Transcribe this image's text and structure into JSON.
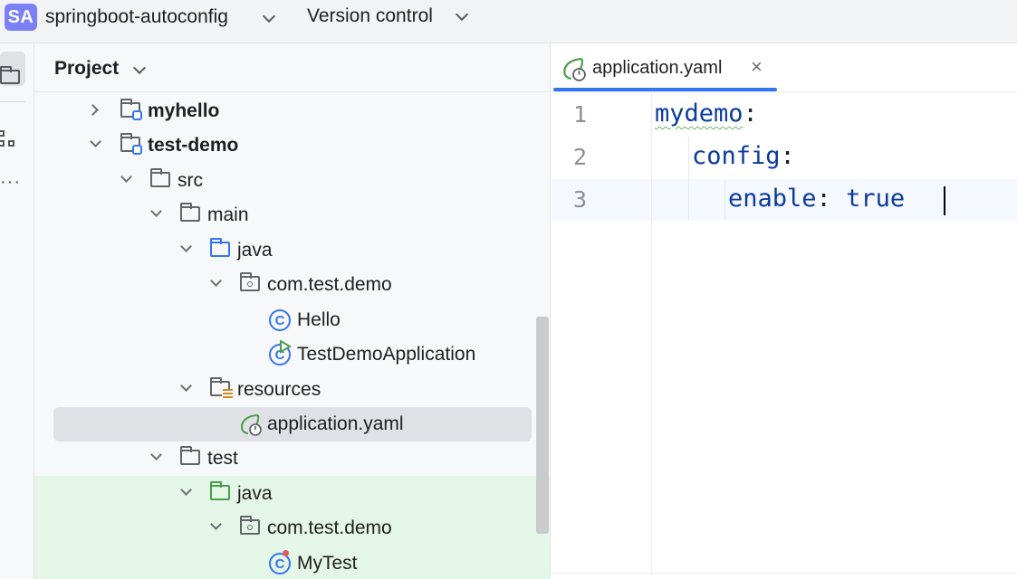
{
  "topbar": {
    "project_badge": "SA",
    "project_name": "springboot-autoconfig",
    "vcs_label": "Version control"
  },
  "sidebar": {
    "icons": [
      "folder-icon",
      "structure-icon",
      "more-icon"
    ]
  },
  "project_panel": {
    "title": "Project",
    "tree": [
      {
        "label": "myhello",
        "bold": true,
        "icon": "module-folder-icon",
        "expanded": false
      },
      {
        "label": "test-demo",
        "bold": true,
        "icon": "module-folder-icon",
        "expanded": true
      },
      {
        "label": "src",
        "icon": "folder-icon",
        "expanded": true
      },
      {
        "label": "main",
        "icon": "folder-icon",
        "expanded": true
      },
      {
        "label": "java",
        "icon": "source-folder-icon",
        "expanded": true
      },
      {
        "label": "com.test.demo",
        "icon": "package-icon",
        "expanded": true
      },
      {
        "label": "Hello",
        "icon": "class-icon"
      },
      {
        "label": "TestDemoApplication",
        "icon": "spring-boot-class-icon"
      },
      {
        "label": "resources",
        "icon": "resources-folder-icon",
        "expanded": true
      },
      {
        "label": "application.yaml",
        "icon": "spring-config-icon",
        "selected": true
      },
      {
        "label": "test",
        "icon": "folder-icon",
        "expanded": true
      },
      {
        "label": "java",
        "icon": "test-source-folder-icon",
        "expanded": true
      },
      {
        "label": "com.test.demo",
        "icon": "package-icon",
        "expanded": true
      },
      {
        "label": "MyTest",
        "icon": "test-class-icon"
      }
    ]
  },
  "editor": {
    "tab": {
      "label": "application.yaml",
      "close": "×"
    },
    "lines": [
      {
        "number": "1",
        "key": "mydemo",
        "sep": ":"
      },
      {
        "number": "2",
        "key": "config",
        "sep": ":"
      },
      {
        "number": "3",
        "key": "enable",
        "sep": ": ",
        "value": "true"
      }
    ]
  },
  "colors": {
    "accent": "#3574f0",
    "badge": "#7b80f6",
    "yaml_key": "#0b3b9c",
    "test_highlight": "#e4f6e7"
  }
}
